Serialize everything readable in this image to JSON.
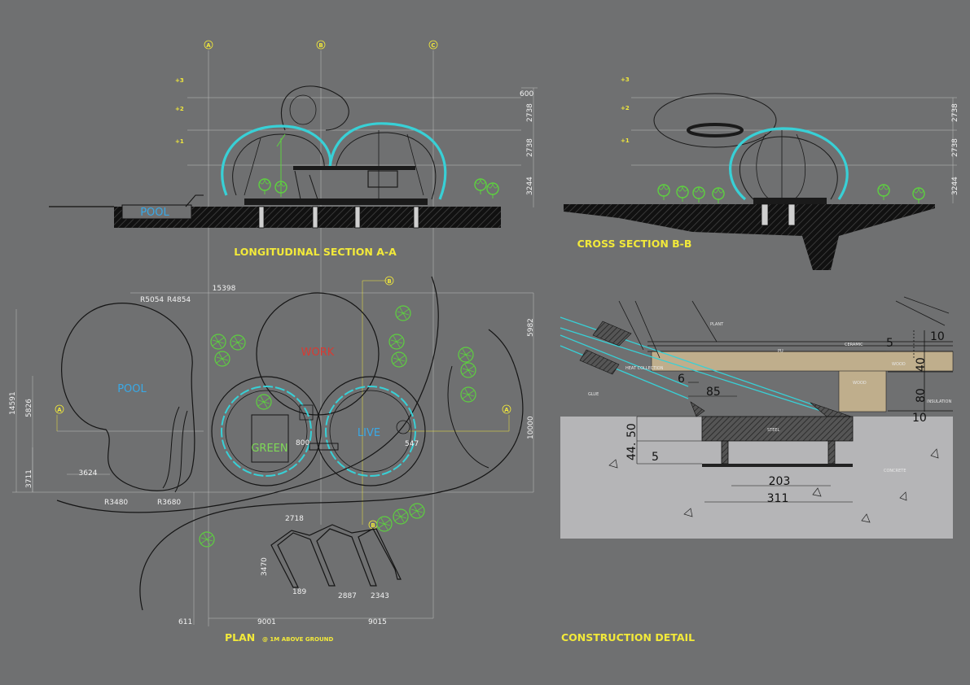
{
  "titles": {
    "long_section": "LONGITUDINAL SECTION A-A",
    "cross_section": "CROSS SECTION B-B",
    "plan_main": "PLAN",
    "plan_sub": "@ 1M ABOVE GROUND",
    "detail": "CONSTRUCTION DETAIL"
  },
  "grid_markers": {
    "a": "A",
    "b": "B",
    "c": "C"
  },
  "levels": {
    "l3": "+3",
    "l2": "+2",
    "l1": "+1"
  },
  "section_dims": {
    "d600": "600",
    "d2738a": "2738",
    "d2738b": "2738",
    "d3244": "3244"
  },
  "cross_dims": {
    "d2738a": "2738",
    "d2738b": "2738",
    "d3244": "3244"
  },
  "rooms": {
    "pool_section": "POOL",
    "pool_plan": "POOL",
    "work": "WORK",
    "green": "GREEN",
    "live": "LIVE"
  },
  "plan_dims": {
    "d15398": "15398",
    "r5054": "R5054",
    "r4854": "R4854",
    "d5982": "5982",
    "d14591": "14591",
    "d5826": "5826",
    "d3711": "3711",
    "d3624": "3624",
    "r3480": "R3480",
    "r3680": "R3680",
    "d10000": "10000",
    "d800": "800",
    "d547": "547",
    "d2718": "2718",
    "d3470": "3470",
    "d189": "189",
    "d2887": "2887",
    "d2343": "2343",
    "d611": "611",
    "d9001": "9001",
    "d9015": "9015"
  },
  "detail_dims": {
    "d10a": "10",
    "d5a": "5",
    "d40": "40",
    "d80": "80",
    "d10b": "10",
    "d6": "6",
    "d85": "85",
    "d50": "50",
    "d44": "44.",
    "d5b": "5",
    "d203": "203",
    "d311": "311"
  },
  "detail_labels": {
    "plant": "PLANT",
    "ceramic": "CERAMIC",
    "pu": "PU",
    "wood1": "WOOD",
    "wood2": "WOOD",
    "insulation": "INSULATION",
    "heat": "HEAT COLLECTION",
    "glue": "GLUE",
    "steel": "STEEL",
    "concrete": "CONCRETE"
  },
  "colors": {
    "background": "#6f7071",
    "title_yellow": "#f2e93a",
    "structure_cyan": "#38d0d6",
    "tree_green": "#5dd13f",
    "work_red": "#d93a32",
    "live_blue": "#39a9e6",
    "green_label": "#7ed957",
    "concrete": "#b5b5b7",
    "wood": "#bfae8c"
  }
}
